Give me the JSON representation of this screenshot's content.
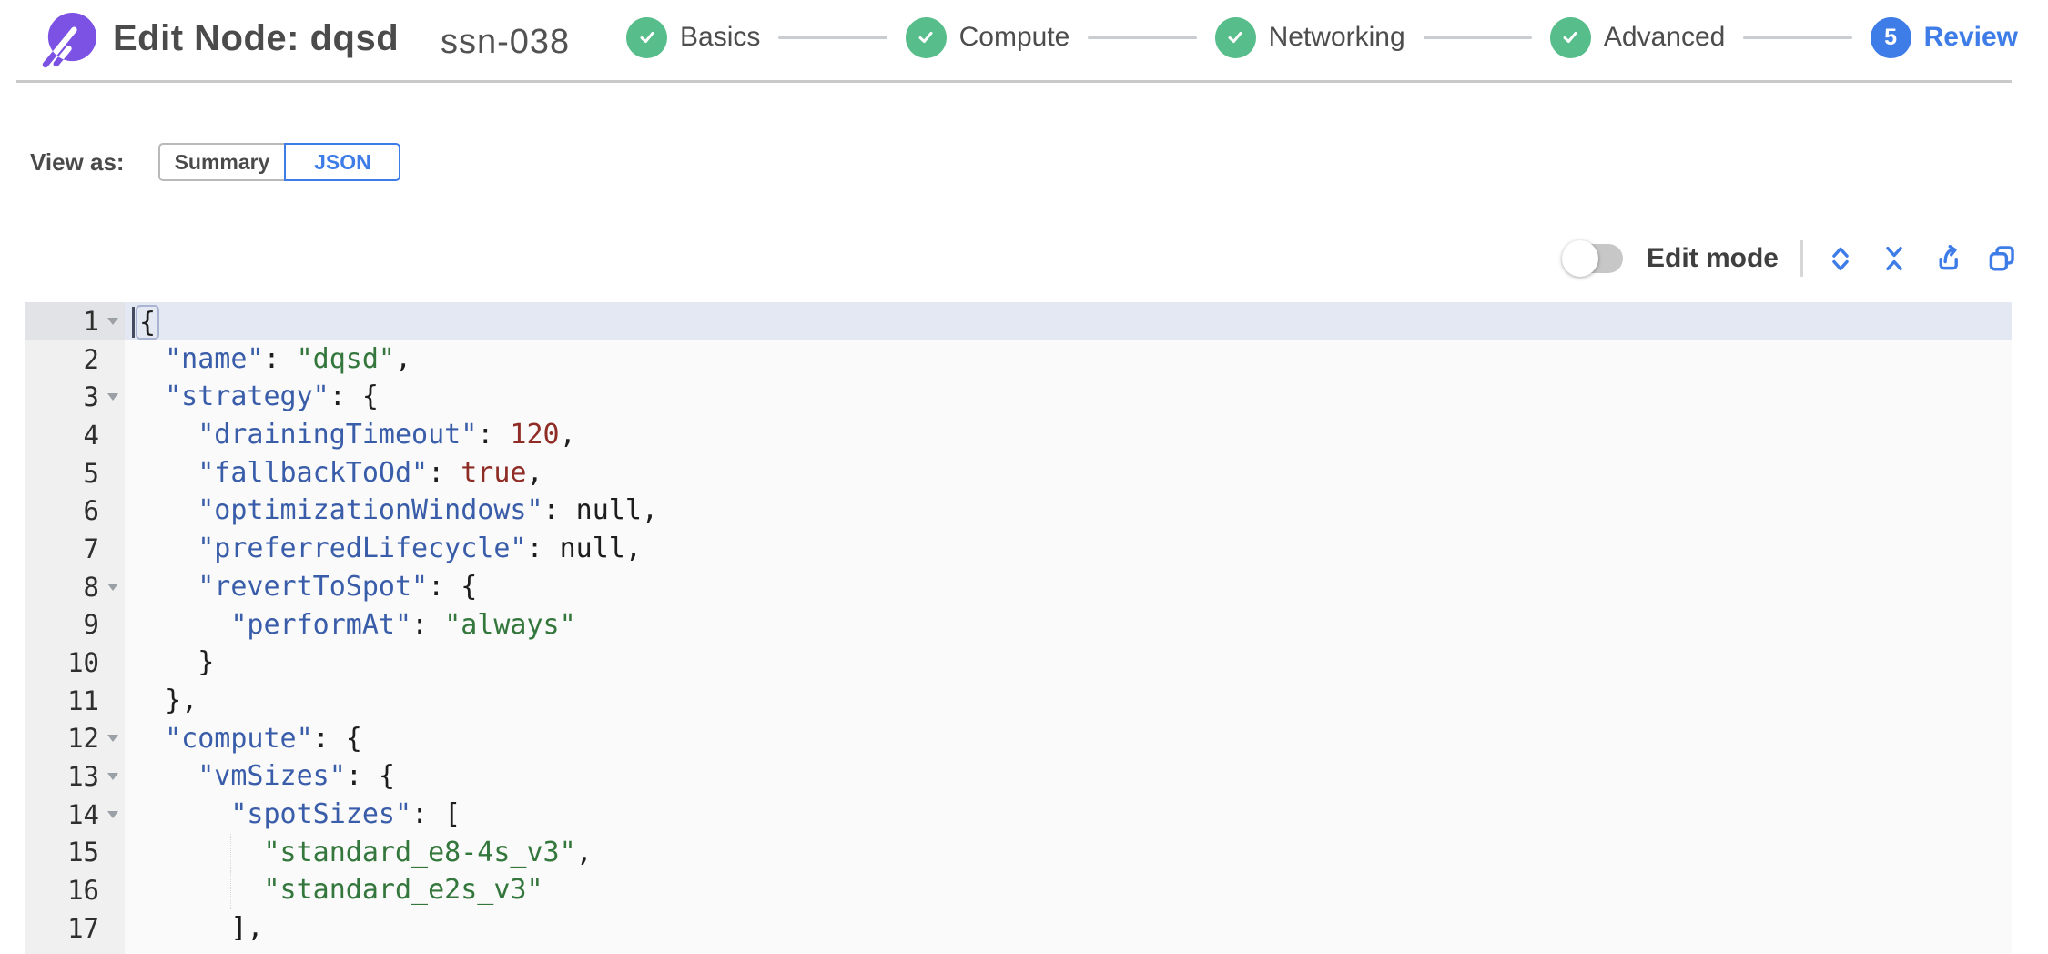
{
  "colors": {
    "accent_blue": "#3e7ce8",
    "step_green": "#57bd8a",
    "logo_purple": "#7b52e3",
    "token_key": "#3a5da9",
    "token_string": "#34773c",
    "token_number": "#8f2c25"
  },
  "header": {
    "title": "Edit Node: dqsd",
    "node_id": "ssn-038",
    "steps": [
      {
        "label": "Basics",
        "status": "complete"
      },
      {
        "label": "Compute",
        "status": "complete"
      },
      {
        "label": "Networking",
        "status": "complete"
      },
      {
        "label": "Advanced",
        "status": "complete"
      },
      {
        "label": "Review",
        "status": "current",
        "number": "5"
      }
    ]
  },
  "view_as": {
    "label": "View as:",
    "options": [
      {
        "label": "Summary",
        "selected": false
      },
      {
        "label": "JSON",
        "selected": true
      }
    ]
  },
  "toolbar": {
    "edit_mode_label": "Edit mode",
    "edit_mode_on": false,
    "icons": [
      {
        "name": "expand-rows-icon"
      },
      {
        "name": "collapse-rows-icon"
      },
      {
        "name": "export-icon"
      },
      {
        "name": "copy-icon"
      }
    ]
  },
  "editor": {
    "active_line": 1,
    "cursor_line": 1,
    "lines": [
      {
        "num": 1,
        "fold": true,
        "indent": 0,
        "segments": [
          [
            "p",
            "{"
          ]
        ]
      },
      {
        "num": 2,
        "fold": false,
        "indent": 2,
        "segments": [
          [
            "k",
            "\"name\""
          ],
          [
            "p",
            ": "
          ],
          [
            "s",
            "\"dqsd\""
          ],
          [
            "p",
            ","
          ]
        ]
      },
      {
        "num": 3,
        "fold": true,
        "indent": 2,
        "segments": [
          [
            "k",
            "\"strategy\""
          ],
          [
            "p",
            ": {"
          ]
        ]
      },
      {
        "num": 4,
        "fold": false,
        "indent": 4,
        "segments": [
          [
            "k",
            "\"drainingTimeout\""
          ],
          [
            "p",
            ": "
          ],
          [
            "n",
            "120"
          ],
          [
            "p",
            ","
          ]
        ]
      },
      {
        "num": 5,
        "fold": false,
        "indent": 4,
        "segments": [
          [
            "k",
            "\"fallbackToOd\""
          ],
          [
            "p",
            ": "
          ],
          [
            "b",
            "true"
          ],
          [
            "p",
            ","
          ]
        ]
      },
      {
        "num": 6,
        "fold": false,
        "indent": 4,
        "segments": [
          [
            "k",
            "\"optimizationWindows\""
          ],
          [
            "p",
            ": "
          ],
          [
            "u",
            "null"
          ],
          [
            "p",
            ","
          ]
        ]
      },
      {
        "num": 7,
        "fold": false,
        "indent": 4,
        "segments": [
          [
            "k",
            "\"preferredLifecycle\""
          ],
          [
            "p",
            ": "
          ],
          [
            "u",
            "null"
          ],
          [
            "p",
            ","
          ]
        ]
      },
      {
        "num": 8,
        "fold": true,
        "indent": 4,
        "segments": [
          [
            "k",
            "\"revertToSpot\""
          ],
          [
            "p",
            ": {"
          ]
        ]
      },
      {
        "num": 9,
        "fold": false,
        "indent": 6,
        "segments": [
          [
            "k",
            "\"performAt\""
          ],
          [
            "p",
            ": "
          ],
          [
            "s",
            "\"always\""
          ]
        ]
      },
      {
        "num": 10,
        "fold": false,
        "indent": 4,
        "segments": [
          [
            "p",
            "}"
          ]
        ]
      },
      {
        "num": 11,
        "fold": false,
        "indent": 2,
        "segments": [
          [
            "p",
            "},"
          ]
        ]
      },
      {
        "num": 12,
        "fold": true,
        "indent": 2,
        "segments": [
          [
            "k",
            "\"compute\""
          ],
          [
            "p",
            ": {"
          ]
        ]
      },
      {
        "num": 13,
        "fold": true,
        "indent": 4,
        "segments": [
          [
            "k",
            "\"vmSizes\""
          ],
          [
            "p",
            ": {"
          ]
        ]
      },
      {
        "num": 14,
        "fold": true,
        "indent": 6,
        "segments": [
          [
            "k",
            "\"spotSizes\""
          ],
          [
            "p",
            ": ["
          ]
        ]
      },
      {
        "num": 15,
        "fold": false,
        "indent": 8,
        "segments": [
          [
            "s",
            "\"standard_e8-4s_v3\""
          ],
          [
            "p",
            ","
          ]
        ]
      },
      {
        "num": 16,
        "fold": false,
        "indent": 8,
        "segments": [
          [
            "s",
            "\"standard_e2s_v3\""
          ]
        ]
      },
      {
        "num": 17,
        "fold": false,
        "indent": 6,
        "segments": [
          [
            "p",
            "],"
          ]
        ]
      }
    ]
  }
}
